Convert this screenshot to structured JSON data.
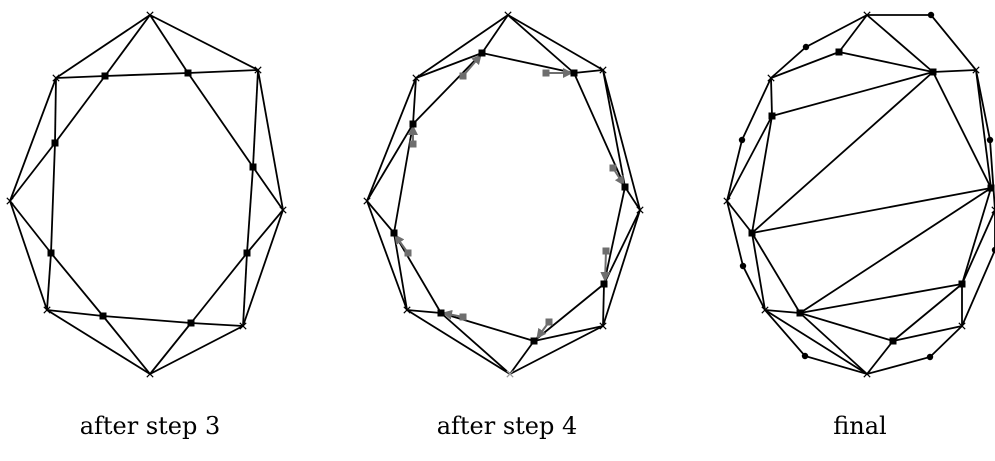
{
  "panels": [
    {
      "caption": "after step 3",
      "cross_points": [
        [
          150,
          15
        ],
        [
          258,
          70
        ],
        [
          283,
          210
        ],
        [
          243,
          326
        ],
        [
          150,
          374
        ],
        [
          47,
          310
        ],
        [
          10,
          201
        ],
        [
          56,
          78
        ]
      ],
      "square_points": [
        [
          105,
          76
        ],
        [
          188,
          73
        ],
        [
          253,
          167
        ],
        [
          247,
          253
        ],
        [
          191,
          323
        ],
        [
          103,
          316
        ],
        [
          51,
          253
        ],
        [
          55,
          143
        ]
      ],
      "edges": [
        [
          0,
          1
        ],
        [
          1,
          2
        ],
        [
          2,
          3
        ],
        [
          3,
          4
        ],
        [
          4,
          5
        ],
        [
          5,
          6
        ],
        [
          6,
          7
        ],
        [
          7,
          0
        ]
      ],
      "links": [
        [
          0,
          0
        ],
        [
          0,
          1
        ],
        [
          1,
          1
        ],
        [
          1,
          2
        ],
        [
          2,
          2
        ],
        [
          2,
          3
        ],
        [
          3,
          3
        ],
        [
          3,
          4
        ],
        [
          4,
          4
        ],
        [
          4,
          5
        ],
        [
          5,
          5
        ],
        [
          5,
          6
        ],
        [
          6,
          6
        ],
        [
          6,
          7
        ],
        [
          7,
          7
        ],
        [
          7,
          0
        ]
      ],
      "inner_edges": [
        [
          0,
          1
        ],
        [
          1,
          2
        ],
        [
          2,
          3
        ],
        [
          3,
          4
        ],
        [
          4,
          5
        ],
        [
          5,
          6
        ],
        [
          6,
          7
        ],
        [
          7,
          0
        ]
      ],
      "dashed": [
        [
          [
            150,
            15
          ],
          [
            188,
            73
          ]
        ],
        [
          [
            188,
            73
          ],
          [
            258,
            70
          ]
        ],
        [
          [
            258,
            70
          ],
          [
            253,
            167
          ]
        ],
        [
          [
            253,
            167
          ],
          [
            283,
            210
          ]
        ],
        [
          [
            283,
            210
          ],
          [
            247,
            253
          ]
        ],
        [
          [
            247,
            253
          ],
          [
            243,
            326
          ]
        ],
        [
          [
            243,
            326
          ],
          [
            191,
            323
          ]
        ],
        [
          [
            191,
            323
          ],
          [
            150,
            374
          ]
        ],
        [
          [
            150,
            374
          ],
          [
            103,
            316
          ]
        ],
        [
          [
            103,
            316
          ],
          [
            47,
            310
          ]
        ],
        [
          [
            47,
            310
          ],
          [
            51,
            253
          ]
        ],
        [
          [
            51,
            253
          ],
          [
            10,
            201
          ]
        ],
        [
          [
            10,
            201
          ],
          [
            55,
            143
          ]
        ],
        [
          [
            55,
            143
          ],
          [
            56,
            78
          ]
        ],
        [
          [
            56,
            78
          ],
          [
            105,
            76
          ]
        ],
        [
          [
            105,
            76
          ],
          [
            150,
            15
          ]
        ]
      ]
    },
    {
      "caption": "after step 4",
      "cross_points": [
        [
          508,
          15
        ],
        [
          603,
          70
        ],
        [
          640,
          210
        ],
        [
          603,
          326
        ],
        [
          510,
          374
        ],
        [
          407,
          310
        ],
        [
          367,
          201
        ],
        [
          416,
          78
        ]
      ],
      "square_points": [
        [
          482,
          53
        ],
        [
          574,
          73
        ],
        [
          625,
          187
        ],
        [
          604,
          284
        ],
        [
          534,
          341
        ],
        [
          441,
          313
        ],
        [
          394,
          233
        ],
        [
          413,
          124
        ]
      ],
      "edges": [
        [
          0,
          1
        ],
        [
          1,
          2
        ],
        [
          2,
          3
        ],
        [
          3,
          4
        ],
        [
          4,
          5
        ],
        [
          5,
          6
        ],
        [
          6,
          7
        ],
        [
          7,
          0
        ]
      ],
      "links": [
        [
          0,
          0
        ],
        [
          0,
          1
        ],
        [
          1,
          1
        ],
        [
          1,
          2
        ],
        [
          2,
          2
        ],
        [
          2,
          3
        ],
        [
          3,
          3
        ],
        [
          3,
          4
        ],
        [
          4,
          4
        ],
        [
          4,
          5
        ],
        [
          5,
          5
        ],
        [
          5,
          6
        ],
        [
          6,
          6
        ],
        [
          6,
          7
        ],
        [
          7,
          7
        ],
        [
          7,
          0
        ]
      ],
      "inner_edges": [
        [
          0,
          1
        ],
        [
          1,
          2
        ],
        [
          2,
          3
        ],
        [
          3,
          4
        ],
        [
          4,
          5
        ],
        [
          5,
          6
        ],
        [
          6,
          7
        ],
        [
          7,
          0
        ]
      ],
      "arrows": [
        {
          "from": [
            463,
            76
          ],
          "to": [
            481,
            55
          ]
        },
        {
          "from": [
            546,
            73
          ],
          "to": [
            572,
            73
          ]
        },
        {
          "from": [
            613,
            168
          ],
          "to": [
            624,
            185
          ]
        },
        {
          "from": [
            606,
            251
          ],
          "to": [
            605,
            281
          ]
        },
        {
          "from": [
            549,
            322
          ],
          "to": [
            537,
            338
          ]
        },
        {
          "from": [
            463,
            317
          ],
          "to": [
            443,
            313
          ]
        },
        {
          "from": [
            408,
            253
          ],
          "to": [
            395,
            235
          ]
        },
        {
          "from": [
            413,
            144
          ],
          "to": [
            413,
            126
          ]
        }
      ]
    },
    {
      "caption": "final",
      "cross_points": [
        [
          867,
          15
        ],
        [
          976,
          70
        ],
        [
          995,
          210
        ],
        [
          962,
          326
        ],
        [
          867,
          374
        ],
        [
          765,
          310
        ],
        [
          727,
          201
        ],
        [
          771,
          78
        ]
      ],
      "square_points": [
        [
          839,
          52
        ],
        [
          933,
          72
        ],
        [
          991,
          188
        ],
        [
          962,
          284
        ],
        [
          893,
          341
        ],
        [
          800,
          313
        ],
        [
          752,
          233
        ],
        [
          772,
          116
        ]
      ],
      "circle_points": [
        [
          931,
          15
        ],
        [
          990,
          140
        ],
        [
          995,
          250
        ],
        [
          930,
          357
        ],
        [
          805,
          356
        ],
        [
          743,
          266
        ],
        [
          742,
          140
        ],
        [
          806,
          47
        ]
      ],
      "polyline": [
        [
          867,
          15
        ],
        [
          931,
          15
        ],
        [
          976,
          70
        ],
        [
          990,
          140
        ],
        [
          995,
          210
        ],
        [
          995,
          250
        ],
        [
          962,
          326
        ],
        [
          930,
          357
        ],
        [
          867,
          374
        ],
        [
          805,
          356
        ],
        [
          765,
          310
        ],
        [
          743,
          266
        ],
        [
          727,
          201
        ],
        [
          742,
          140
        ],
        [
          771,
          78
        ],
        [
          806,
          47
        ],
        [
          867,
          15
        ]
      ],
      "segments": [
        [
          [
            867,
            15
          ],
          [
            839,
            52
          ]
        ],
        [
          [
            867,
            15
          ],
          [
            933,
            72
          ]
        ],
        [
          [
            839,
            52
          ],
          [
            771,
            78
          ]
        ],
        [
          [
            839,
            52
          ],
          [
            933,
            72
          ]
        ],
        [
          [
            976,
            70
          ],
          [
            933,
            72
          ]
        ],
        [
          [
            933,
            72
          ],
          [
            772,
            116
          ]
        ],
        [
          [
            933,
            72
          ],
          [
            752,
            233
          ]
        ],
        [
          [
            933,
            72
          ],
          [
            991,
            188
          ]
        ],
        [
          [
            976,
            70
          ],
          [
            991,
            188
          ]
        ],
        [
          [
            772,
            116
          ],
          [
            771,
            78
          ]
        ],
        [
          [
            772,
            116
          ],
          [
            727,
            201
          ]
        ],
        [
          [
            772,
            116
          ],
          [
            752,
            233
          ]
        ],
        [
          [
            752,
            233
          ],
          [
            727,
            201
          ]
        ],
        [
          [
            752,
            233
          ],
          [
            991,
            188
          ]
        ],
        [
          [
            752,
            233
          ],
          [
            765,
            310
          ]
        ],
        [
          [
            752,
            233
          ],
          [
            800,
            313
          ]
        ],
        [
          [
            991,
            188
          ],
          [
            800,
            313
          ]
        ],
        [
          [
            991,
            188
          ],
          [
            962,
            284
          ]
        ],
        [
          [
            995,
            210
          ],
          [
            962,
            284
          ]
        ],
        [
          [
            962,
            284
          ],
          [
            962,
            326
          ]
        ],
        [
          [
            962,
            284
          ],
          [
            800,
            313
          ]
        ],
        [
          [
            962,
            284
          ],
          [
            893,
            341
          ]
        ],
        [
          [
            800,
            313
          ],
          [
            765,
            310
          ]
        ],
        [
          [
            800,
            313
          ],
          [
            893,
            341
          ]
        ],
        [
          [
            800,
            313
          ],
          [
            867,
            374
          ]
        ],
        [
          [
            893,
            341
          ],
          [
            867,
            374
          ]
        ],
        [
          [
            893,
            341
          ],
          [
            962,
            326
          ]
        ],
        [
          [
            765,
            310
          ],
          [
            867,
            374
          ]
        ]
      ]
    }
  ],
  "colors": {
    "stroke": "#000000",
    "dashed": "#b8b8b8",
    "arrow": "#6e6e6e",
    "hollow_cross": "#9a9a9a"
  }
}
